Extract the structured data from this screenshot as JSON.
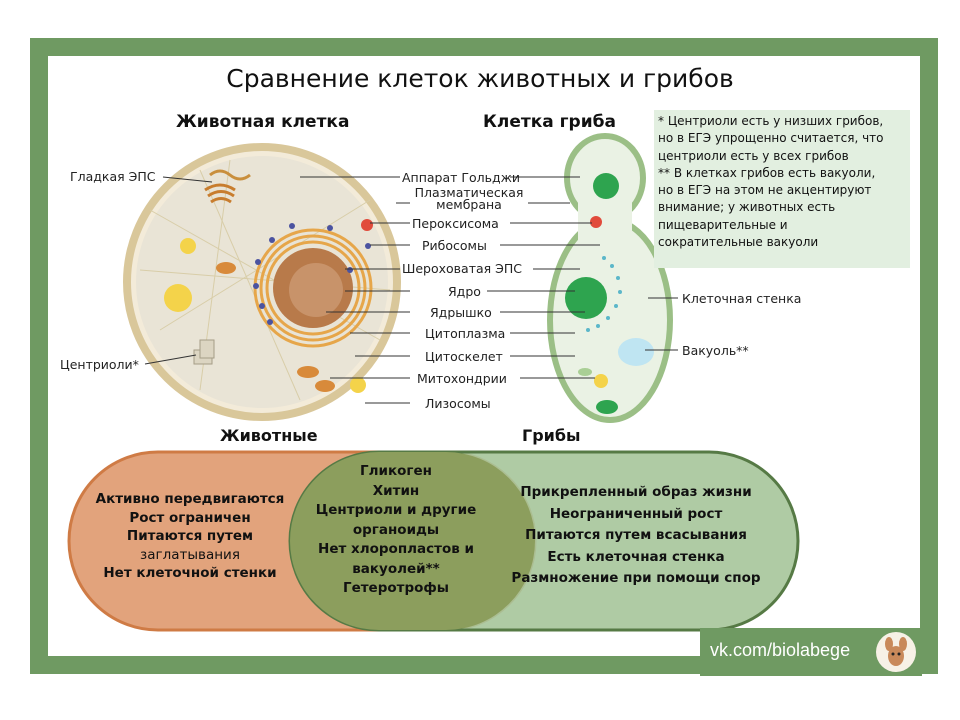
{
  "title": "Сравнение клеток животных и грибов",
  "animal_cell_heading": "Животная клетка",
  "fungus_cell_heading": "Клетка гриба",
  "left_labels": {
    "smooth_er": "Гладкая ЭПС",
    "centrioles": "Центриоли*"
  },
  "center_labels": [
    "Аппарат Гольджи",
    "Плазматическая мембрана",
    "Пероксисома",
    "Рибосомы",
    "Шероховатая ЭПС",
    "Ядро",
    "Ядрышко",
    "Цитоплазма",
    "Цитоскелет",
    "Митохондрии",
    "Лизосомы"
  ],
  "right_labels": {
    "cell_wall": "Клеточная стенка",
    "vacuole": "Вакуоль**"
  },
  "note_lines": [
    "* Центриоли есть у низших грибов,",
    "но в ЕГЭ упрощенно считается, что",
    "центриоли есть у всех грибов",
    "** В клетках грибов есть вакуоли,",
    "но в ЕГЭ на этом не акцентируют",
    "внимание; у животных есть",
    "пищеварительные и",
    "сократительные вакуоли"
  ],
  "venn": {
    "animals_heading": "Животные",
    "fungi_heading": "Грибы",
    "animals_only": [
      "Активно передвигаются",
      "Рост ограничен",
      "Питаются путем",
      "заглатывания",
      "Нет клеточной стенки"
    ],
    "common": [
      "Гликоген",
      "Хитин",
      "Центриоли и другие",
      "органоиды",
      "Нет хлоропластов и",
      "вакуолей**",
      "Гетеротрофы"
    ],
    "fungi_only": [
      "Прикрепленный образ жизни",
      "Неограниченный рост",
      "Питаются путем всасывания",
      "Есть клеточная стенка",
      "Размножение при помощи спор"
    ]
  },
  "watermark": "vk.com/biolabege",
  "colors": {
    "frame_green": "#6f9a62",
    "animals_fill": "#e2a37c",
    "fungi_fill": "#a6c59a",
    "overlap_fill": "#8c9e5d"
  }
}
